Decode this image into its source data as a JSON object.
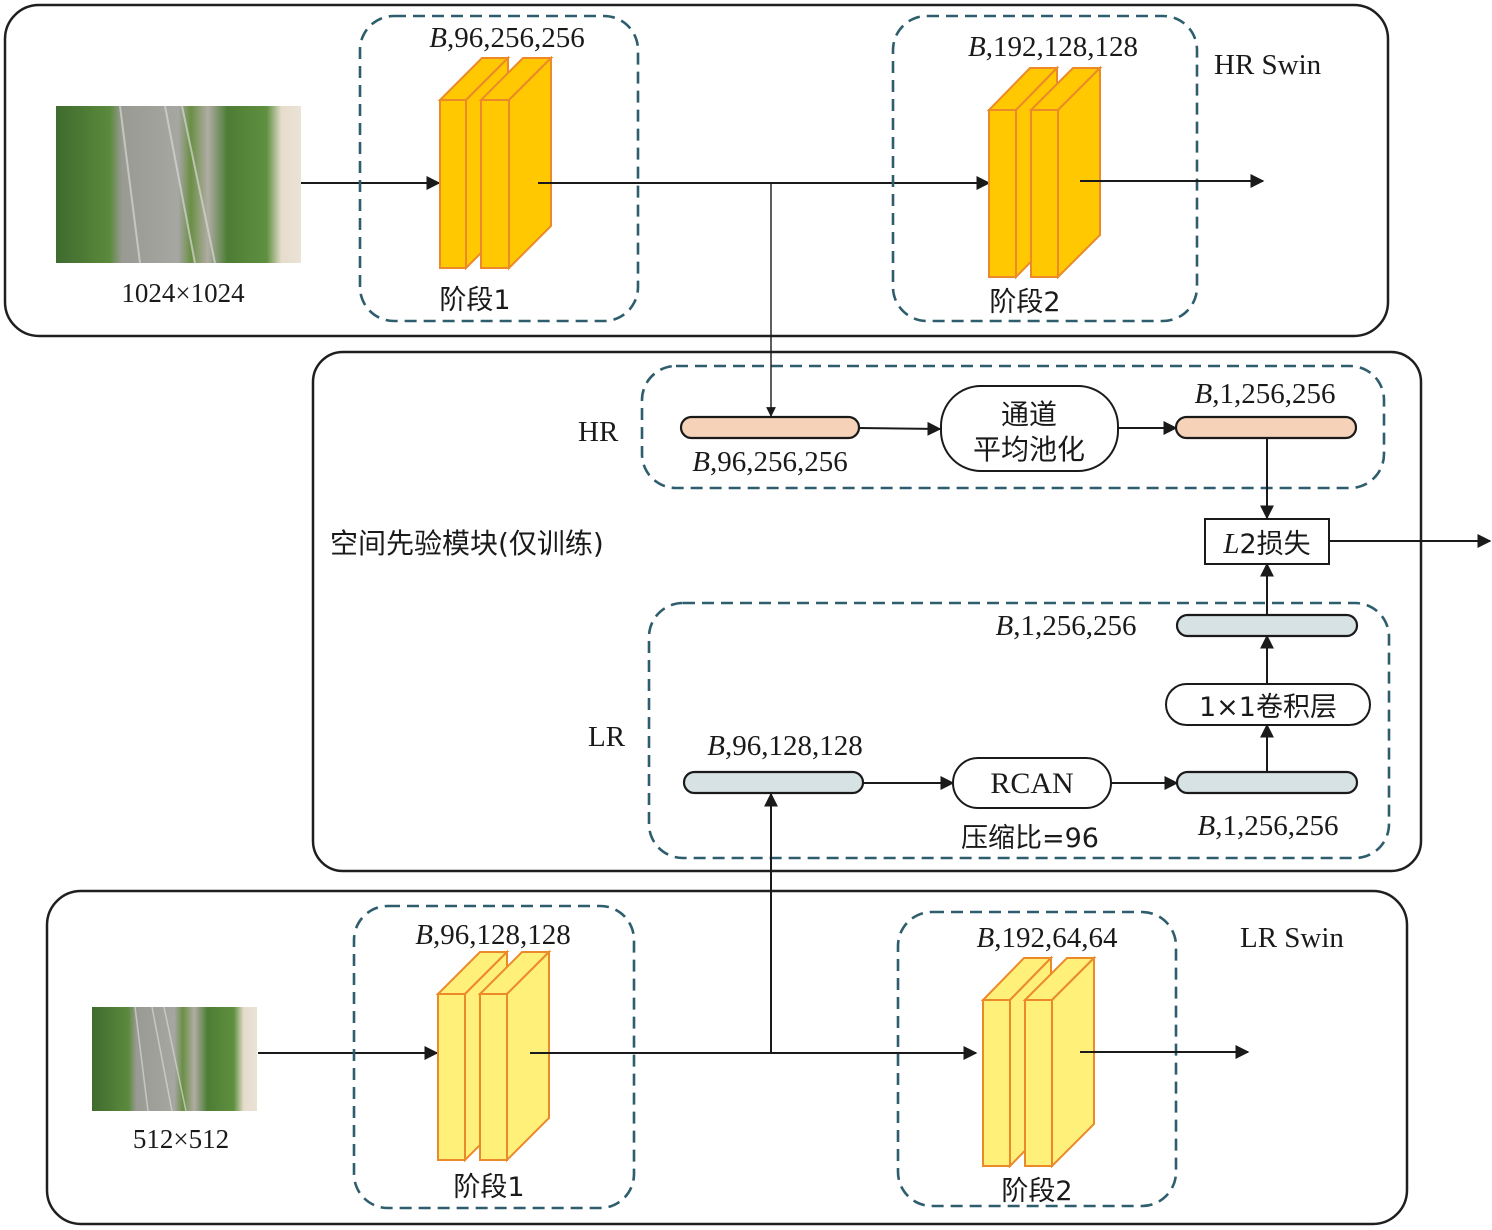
{
  "diagram": {
    "hr_swin": {
      "title": "HR Swin",
      "input_size": "1024×1024",
      "stage1": {
        "label": "阶段1",
        "shape_var": "B",
        "shape_rest": ",96,256,256"
      },
      "stage2": {
        "label": "阶段2",
        "shape_var": "B",
        "shape_rest": ",192,128,128"
      }
    },
    "spatial_prior": {
      "title": "空间先验模块(仅训练)",
      "hr_branch": {
        "label": "HR",
        "input_shape_var": "B",
        "input_shape_rest": ",96,256,256",
        "op_line1": "通道",
        "op_line2": "平均池化",
        "output_shape_var": "B",
        "output_shape_rest": ",1,256,256"
      },
      "loss": {
        "var": "L",
        "text": "2损失"
      },
      "lr_branch": {
        "label": "LR",
        "input_shape_var": "B",
        "input_shape_rest": ",96,128,128",
        "op": "RCAN",
        "op_note": "压缩比=96",
        "mid_shape_var": "B",
        "mid_shape_rest": ",1,256,256",
        "conv": "1×1卷积层",
        "output_shape_var": "B",
        "output_shape_rest": ",1,256,256"
      }
    },
    "lr_swin": {
      "title": "LR Swin",
      "input_size": "512×512",
      "stage1": {
        "label": "阶段1",
        "shape_var": "B",
        "shape_rest": ",96,128,128"
      },
      "stage2": {
        "label": "阶段2",
        "shape_var": "B",
        "shape_rest": ",192,64,64"
      }
    },
    "colors": {
      "hr_block": "#ffc800",
      "lr_block": "#fff07a",
      "block_edge": "#ec8a2a",
      "hr_feature": "#f6d2b8",
      "lr_feature": "#d6e2e4",
      "dashed_group": "#2e5e6e"
    }
  }
}
